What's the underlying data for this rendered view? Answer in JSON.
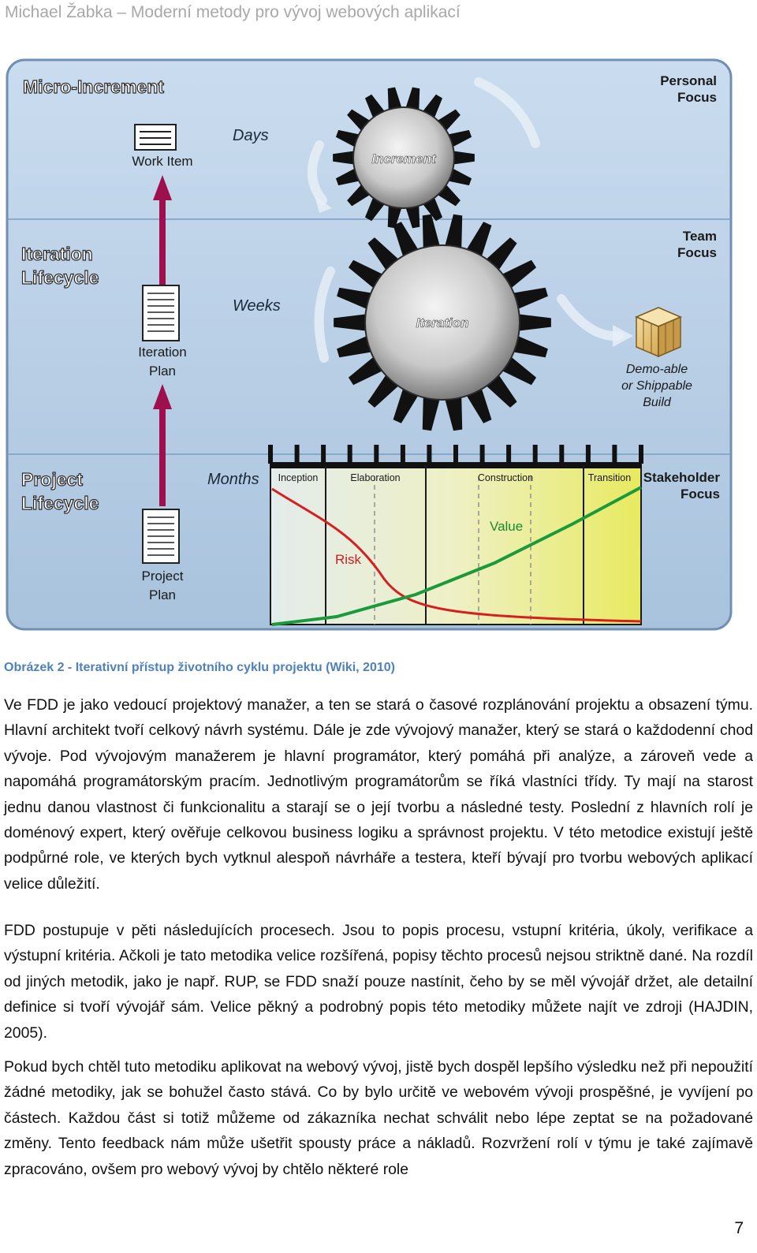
{
  "header": {
    "running_title": "Michael Žabka – Moderní metody pro vývoj webových aplikací"
  },
  "figure": {
    "levels": {
      "micro": "Micro-Increment",
      "iteration_line1": "Iteration",
      "iteration_line2": "Lifecycle",
      "project_line1": "Project",
      "project_line2": "Lifecycle"
    },
    "focus": {
      "personal_line1": "Personal",
      "personal_line2": "Focus",
      "team_line1": "Team",
      "team_line2": "Focus",
      "stakeholder_line1": "Stakeholder",
      "stakeholder_line2": "Focus"
    },
    "durations": {
      "days": "Days",
      "weeks": "Weeks",
      "months": "Months"
    },
    "artifacts": {
      "work_item": "Work Item",
      "iteration_plan_line1": "Iteration",
      "iteration_plan_line2": "Plan",
      "project_plan_line1": "Project",
      "project_plan_line2": "Plan",
      "build_line1": "Demo-able",
      "build_line2": "or Shippable",
      "build_line3": "Build"
    },
    "gears": {
      "small": "Increment",
      "large": "Iteration"
    },
    "phases": [
      "Inception",
      "Elaboration",
      "Construction",
      "Transition"
    ],
    "curves": {
      "risk": "Risk",
      "value": "Value"
    },
    "colors": {
      "risk": "#d42020",
      "value": "#1a9a3a",
      "arrow": "#9e0f4e",
      "background": "#b7cfe5"
    }
  },
  "caption": "Obrázek 2 - Iterativní přístup životního cyklu projektu (Wiki, 2010)",
  "paragraphs": [
    "Ve FDD je jako vedoucí projektový manažer, a ten se stará o časové rozplánování projektu a obsazení týmu. Hlavní architekt tvoří celkový návrh systému. Dále je zde vývojový manažer, který se stará o každodenní chod vývoje. Pod vývojovým manažerem je hlavní programátor, který pomáhá při analýze, a zároveň vede a napomáhá programátorským pracím. Jednotlivým programátorům se říká vlastníci třídy. Ty mají na starost jednu danou vlastnost či funkcionalitu a starají se o její tvorbu a následné testy. Poslední z hlavních rolí je doménový expert, který ověřuje celkovou business logiku a správnost projektu. V této metodice existují ještě podpůrné role, ve kterých bych vytknul alespoň návrháře a testera, kteří bývají pro tvorbu webových aplikací velice důležití.",
    "FDD postupuje v pěti následujících procesech. Jsou to popis procesu, vstupní kritéria, úkoly, verifikace a výstupní kritéria. Ačkoli je tato metodika velice rozšířená, popisy těchto procesů nejsou striktně dané. Na rozdíl od jiných metodik, jako je např. RUP, se FDD snaží pouze nastínit, čeho by se měl vývojář držet, ale detailní definice si tvoří vývojář sám. Velice pěkný a podrobný popis této metodiky můžete najít ve zdroji (HAJDIN, 2005).",
    "Pokud bych chtěl tuto metodiku aplikovat na webový vývoj, jistě bych dospěl lepšího výsledku než při nepoužití žádné metodiky, jak se bohužel často stává. Co by bylo určitě ve webovém vývoji prospěšné, je vyvíjení po částech. Každou část si totiž můžeme od zákazníka nechat schválit nebo lépe zeptat se na požadované změny. Tento feedback nám může ušetřit spousty práce a nákladů. Rozvržení rolí v týmu je také zajímavě zpracováno, ovšem pro webový vývoj by chtělo některé role"
  ],
  "page_number": "7"
}
